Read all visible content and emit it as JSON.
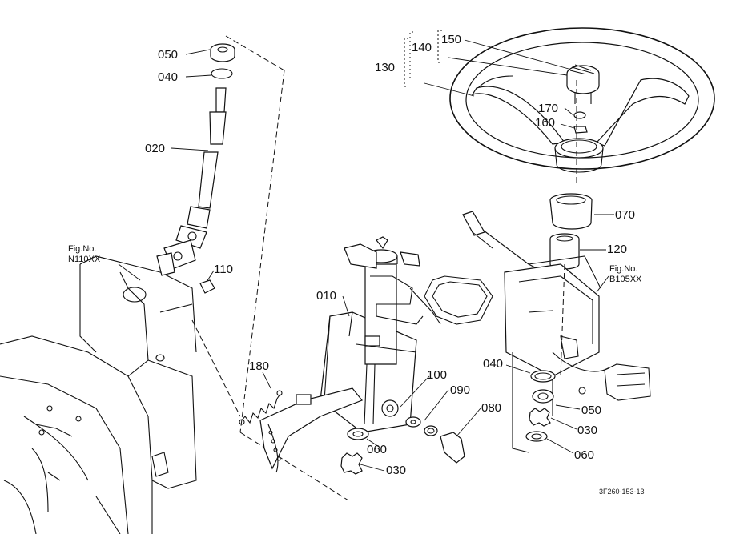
{
  "diagram": {
    "part_labels": {
      "p050_top": "050",
      "p040_top": "040",
      "p020": "020",
      "p110": "110",
      "p010": "010",
      "p180": "180",
      "p100": "100",
      "p090": "090",
      "p080": "080",
      "p060_mid": "060",
      "p030_mid": "030",
      "p130": "130",
      "p140": "140",
      "p150": "150",
      "p170": "170",
      "p160": "160",
      "p070": "070",
      "p120": "120",
      "p040_right": "040",
      "p050_right": "050",
      "p030_right": "030",
      "p060_right": "060"
    },
    "figure_refs": {
      "left_line1": "Fig.No.",
      "left_line2": "N110XX",
      "right_line1": "Fig.No.",
      "right_line2": "B105XX"
    },
    "drawing_code": "3F260-153-13"
  }
}
